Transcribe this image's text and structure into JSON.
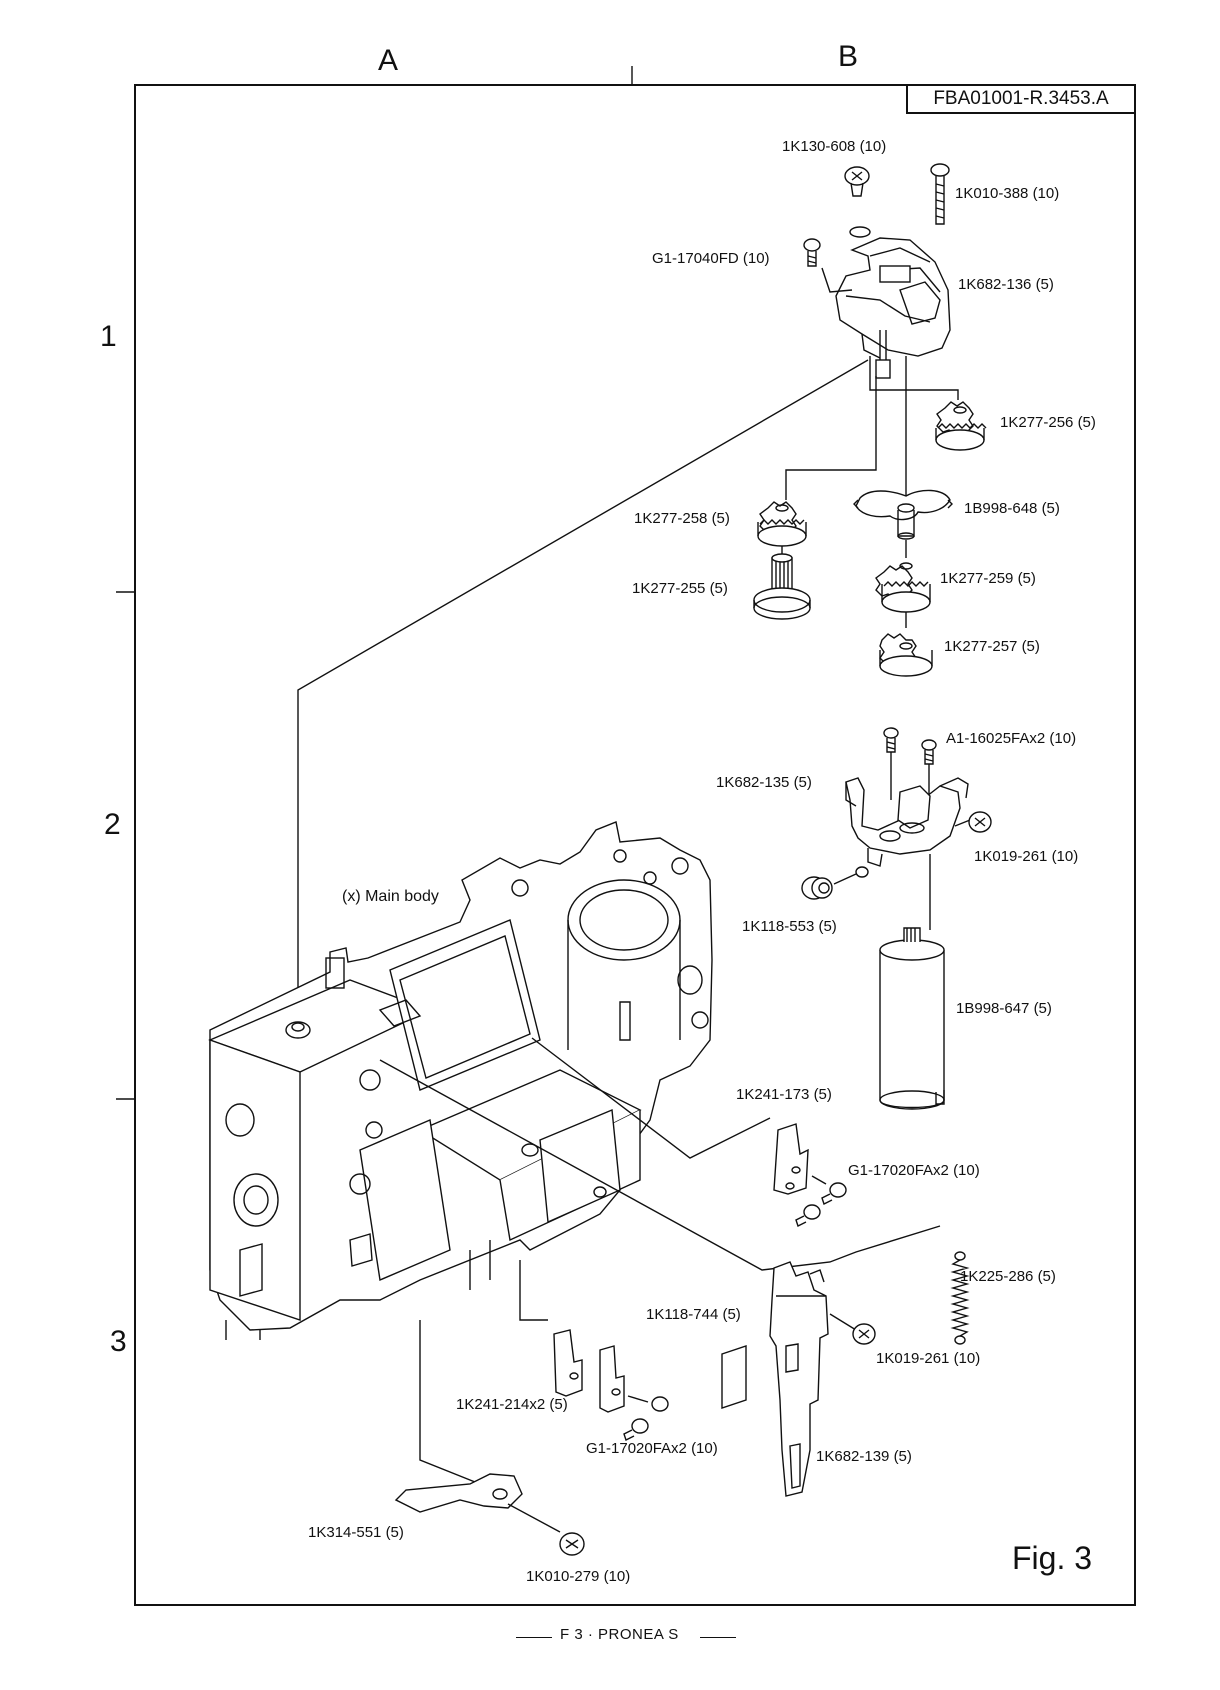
{
  "sheet": {
    "columns": [
      "A",
      "B"
    ],
    "rows": [
      "1",
      "2",
      "3"
    ],
    "code": "FBA01001-R.3453.A",
    "figure": "Fig.  3",
    "footer": "F 3 · PRONEA S"
  },
  "main_body_label": "(x) Main body",
  "parts": [
    {
      "id": "p1",
      "label": "1K130-608 (10)"
    },
    {
      "id": "p2",
      "label": "1K010-388 (10)"
    },
    {
      "id": "p3",
      "label": "G1-17040FD (10)"
    },
    {
      "id": "p4",
      "label": "1K682-136 (5)"
    },
    {
      "id": "p5",
      "label": "1K277-256 (5)"
    },
    {
      "id": "p6",
      "label": "1K277-258 (5)"
    },
    {
      "id": "p7",
      "label": "1B998-648 (5)"
    },
    {
      "id": "p8",
      "label": "1K277-255 (5)"
    },
    {
      "id": "p9",
      "label": "1K277-259 (5)"
    },
    {
      "id": "p10",
      "label": "1K277-257 (5)"
    },
    {
      "id": "p11",
      "label": "A1-16025FAx2 (10)"
    },
    {
      "id": "p12",
      "label": "1K682-135 (5)"
    },
    {
      "id": "p13",
      "label": "1K019-261 (10)"
    },
    {
      "id": "p14",
      "label": "1K118-553 (5)"
    },
    {
      "id": "p15",
      "label": "1B998-647 (5)"
    },
    {
      "id": "p16",
      "label": "1K241-173 (5)"
    },
    {
      "id": "p17",
      "label": "G1-17020FAx2 (10)"
    },
    {
      "id": "p18",
      "label": "1K225-286 (5)"
    },
    {
      "id": "p19",
      "label": "1K118-744 (5)"
    },
    {
      "id": "p20",
      "label": "1K019-261 (10)"
    },
    {
      "id": "p21",
      "label": "1K241-214x2 (5)"
    },
    {
      "id": "p22",
      "label": "G1-17020FAx2 (10)"
    },
    {
      "id": "p23",
      "label": "1K682-139 (5)"
    },
    {
      "id": "p24",
      "label": "1K314-551 (5)"
    },
    {
      "id": "p25",
      "label": "1K010-279 (10)"
    }
  ]
}
